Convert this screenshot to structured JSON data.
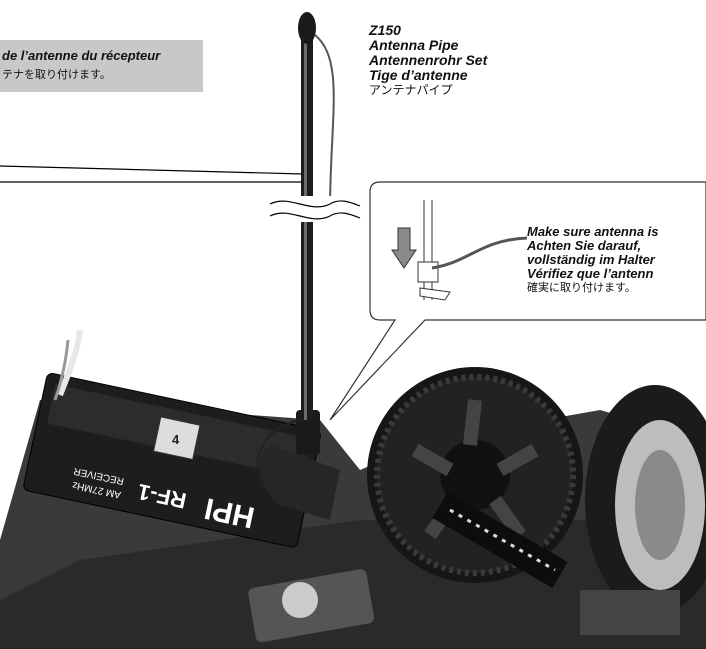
{
  "banner": {
    "line1": "de l’antenne du récepteur",
    "line2": "テナを取り付けます。"
  },
  "part": {
    "code": "Z150",
    "en": "Antenna Pipe",
    "de": "Antennenrohr Set",
    "fr": "Tige d’antenne",
    "ja": "アンテナパイプ"
  },
  "note": {
    "en": "Make sure antenna is",
    "de1": "Achten Sie darauf,",
    "de2": "vollständig im Halter",
    "fr": "Vérifiez que l’antenn",
    "ja": "確実に取り付けます。"
  },
  "receiver": {
    "model": "RF-1",
    "band": "AM 27MHz",
    "type": "RECEIVER",
    "brand": "HPI",
    "channel": "4"
  },
  "colors": {
    "banner_bg": "#c8c8c8",
    "photo_dark": "#1a1a1a"
  }
}
